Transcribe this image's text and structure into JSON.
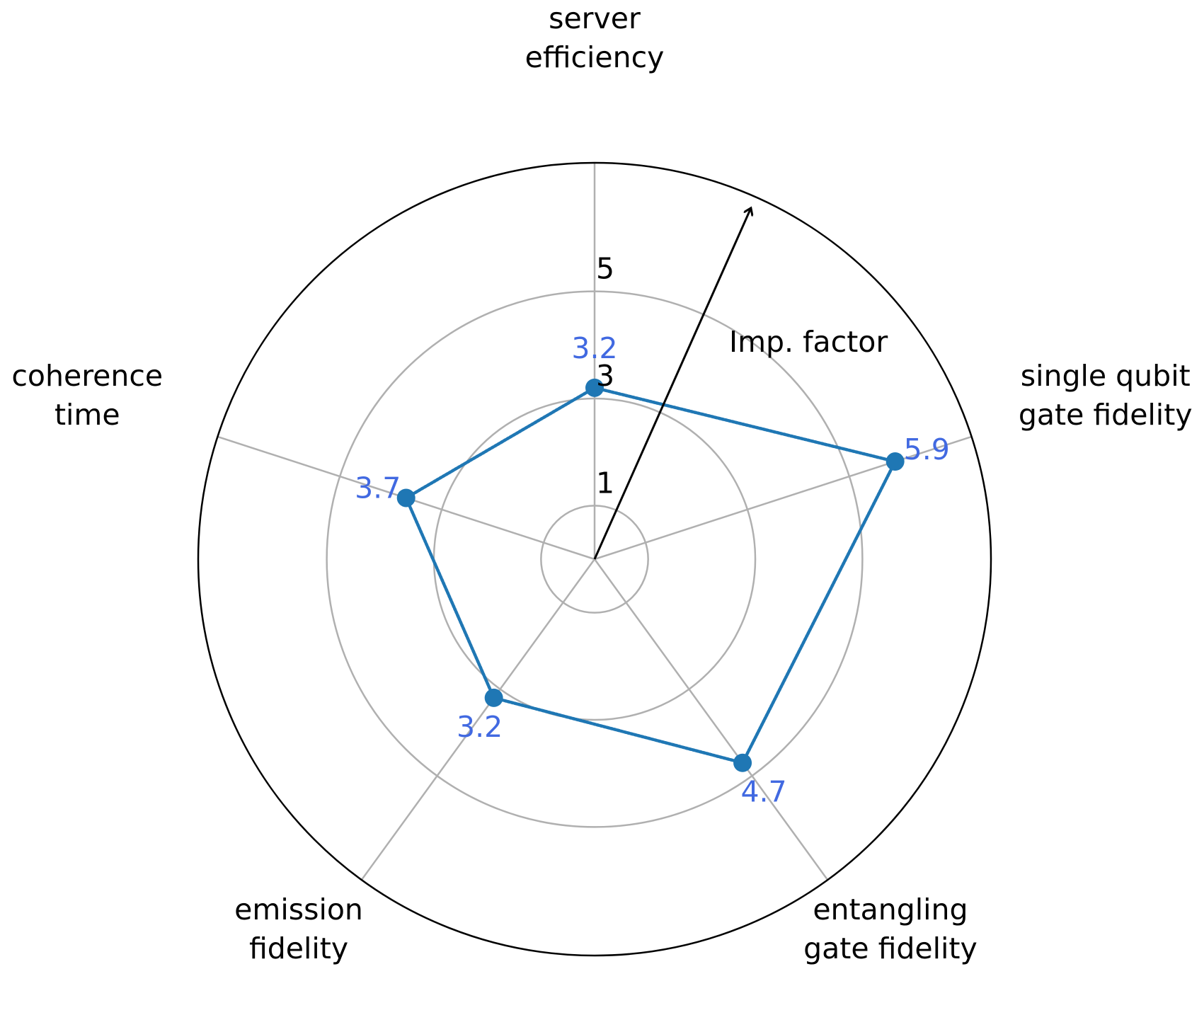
{
  "chart_data": {
    "type": "radar",
    "categories": [
      [
        "server",
        "efficiency"
      ],
      [
        "single qubit",
        "gate fidelity"
      ],
      [
        "entangling",
        "gate fidelity"
      ],
      [
        "emission",
        "fidelity"
      ],
      [
        "coherence",
        "time"
      ]
    ],
    "values": [
      3.2,
      5.9,
      4.7,
      3.2,
      3.7
    ],
    "value_labels": [
      "3.2",
      "5.9",
      "4.7",
      "3.2",
      "3.7"
    ],
    "radial_ticks": [
      1,
      3,
      5
    ],
    "radial_tick_labels": [
      "1",
      "3",
      "5"
    ],
    "rlim": [
      0,
      7.4
    ],
    "grid": true,
    "annotation": {
      "text": "Imp. factor",
      "arrow_direction": "radial-outward"
    },
    "colors": {
      "series": "#1f77b4",
      "value_label": "#4169e1",
      "grid": "#b0b0b0",
      "frame": "#000000"
    }
  }
}
